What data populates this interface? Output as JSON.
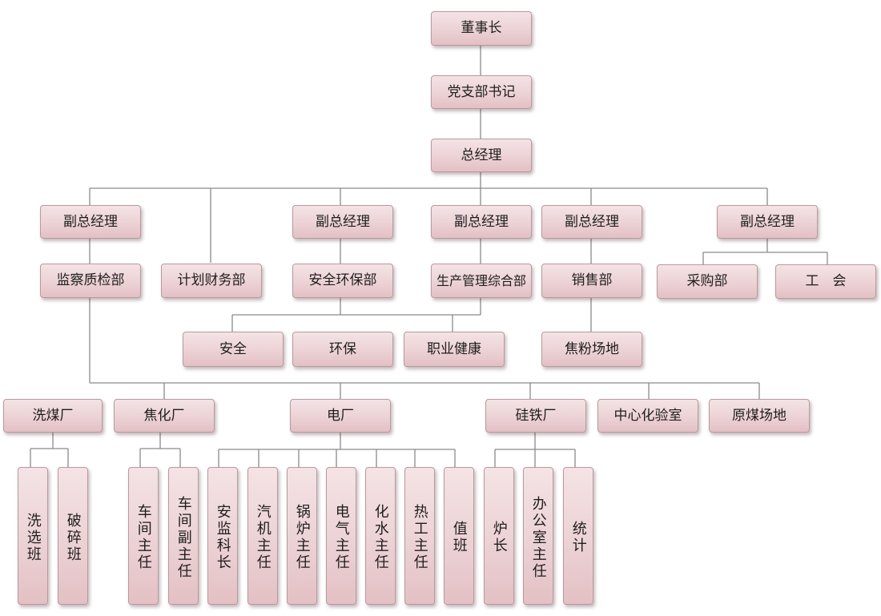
{
  "nodes": {
    "chairman": "董事长",
    "party_secretary": "党支部书记",
    "general_manager": "总经理",
    "deputy_gm_1": "副总经理",
    "deputy_gm_2": "副总经理",
    "deputy_gm_3": "副总经理",
    "deputy_gm_4": "副总经理",
    "deputy_gm_5": "副总经理",
    "inspection_dept": "监察质检部",
    "finance_dept": "计划财务部",
    "safety_env_dept": "安全环保部",
    "production_dept": "生产管理综合部",
    "sales_dept": "销售部",
    "purchase_dept": "采购部",
    "union": "工　会",
    "safety": "安全",
    "environment": "环保",
    "occupational_health": "职业健康",
    "coke_powder_yard": "焦粉场地",
    "coal_washing_plant": "洗煤厂",
    "coking_plant": "焦化厂",
    "power_plant": "电厂",
    "ferrosilicon_plant": "硅铁厂",
    "central_lab": "中心化验室",
    "raw_coal_yard": "原煤场地",
    "washing_team": "洗选班",
    "crushing_team": "破碎班",
    "workshop_director": "车间主任",
    "workshop_deputy_director": "车间副主任",
    "safety_supervision_chief": "安监科长",
    "turbine_director": "汽机主任",
    "boiler_director": "锅炉主任",
    "electrical_director": "电气主任",
    "chemical_water_director": "化水主任",
    "thermal_director": "热工主任",
    "on_duty_team": "值班",
    "furnace_chief": "炉长",
    "office_director": "办公室主任",
    "statistics": "统计"
  },
  "colors": {
    "box_fill": "#ecd2d5",
    "box_border": "#b89a9e",
    "connector": "#8a8a8a",
    "text": "#1e1e1e"
  }
}
